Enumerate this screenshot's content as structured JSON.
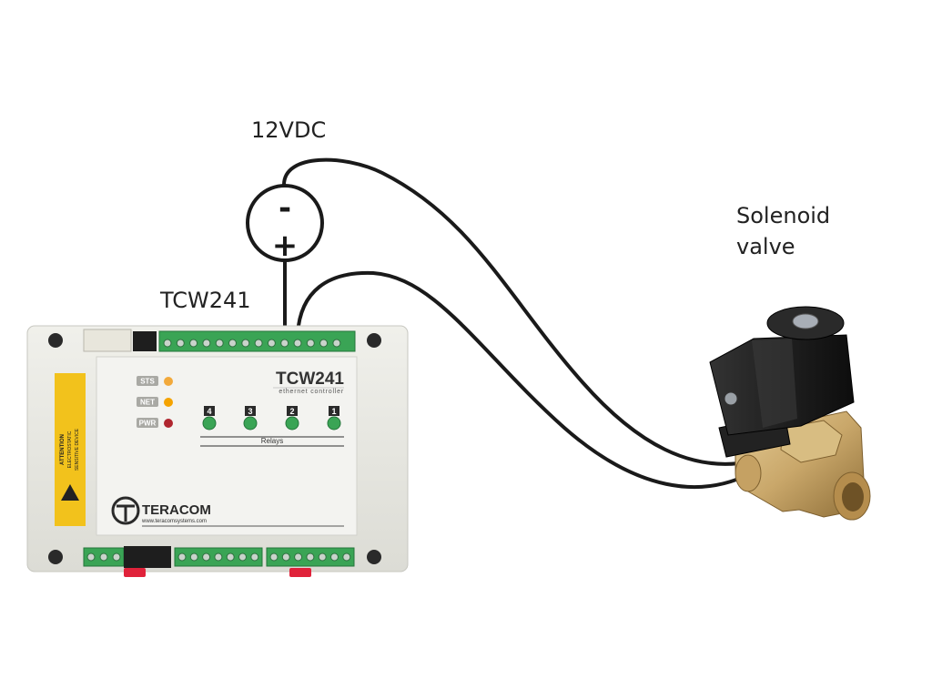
{
  "labels": {
    "power_supply": "12VDC",
    "device": "TCW241",
    "valve_line1": "Solenoid",
    "valve_line2": "valve"
  },
  "power_symbol": {
    "minus": "-",
    "plus": "+"
  },
  "controller": {
    "model": "TCW241",
    "subtitle": "ethernet controller",
    "leds": [
      "STS",
      "NET",
      "PWR"
    ],
    "relay_numbers": [
      "4",
      "3",
      "2",
      "1"
    ],
    "relays_label": "Relays",
    "brand": "TERACOM",
    "website": "www.teracomsystems.com",
    "warning_lines": [
      "ATTENTION",
      "ELECTROSTATIC",
      "SENSITIVE DEVICE"
    ]
  },
  "colors": {
    "wire": "#1a1a1a",
    "housing": "#e9e9e3",
    "panel": "#f3f3f0",
    "terminal": "#3aa455",
    "warning_strip": "#f2c21c",
    "led_sts": "#f2a93b",
    "led_net": "#f5a300",
    "led_pwr": "#b0262f",
    "valve_brass": "#c9a76a",
    "valve_coil": "#1c1c1c"
  }
}
